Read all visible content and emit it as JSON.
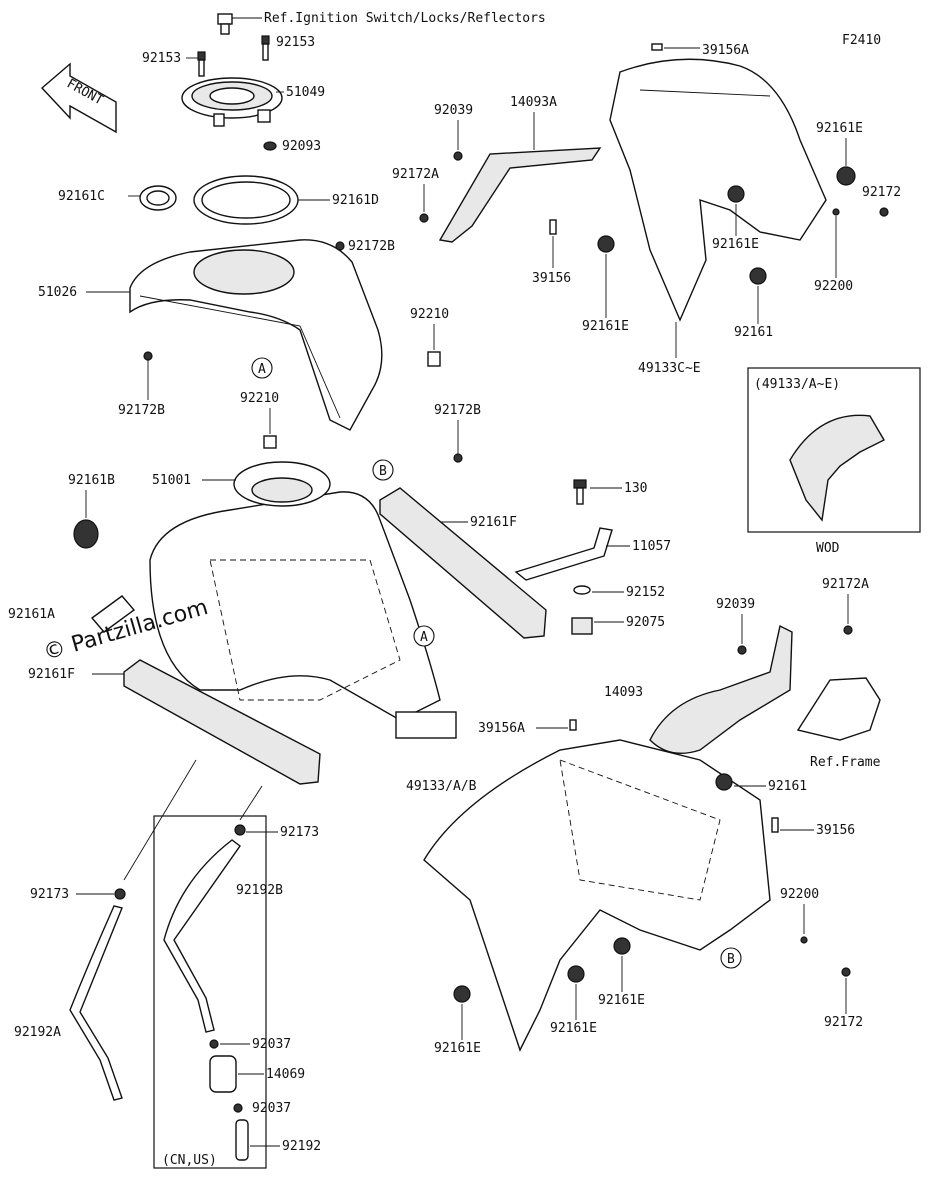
{
  "diagram_code": "F2410",
  "front_label": "FRONT",
  "watermark": "© Partzilla.com",
  "callouts": {
    "ref_ignition": "Ref.Ignition Switch/Locks/Reflectors",
    "p92153_left": "92153",
    "p92153_right": "92153",
    "p51049": "51049",
    "p92093": "92093",
    "p92161C": "92161C",
    "p92161D": "92161D",
    "p92172B_top": "92172B",
    "p51026": "51026",
    "p92210_right": "92210",
    "p92172B_left": "92172B",
    "p92210_mid": "92210",
    "p92172B_mid": "92172B",
    "p51001": "51001",
    "p92161B": "92161B",
    "p92161A": "92161A",
    "p92161F_left": "92161F",
    "p92161F_right": "92161F",
    "p130": "130",
    "p11057": "11057",
    "p92152": "92152",
    "p92075": "92075",
    "p39156A_mid": "39156A",
    "p92039_top": "92039",
    "p14093A": "14093A",
    "p92172A_top": "92172A",
    "p39156A_top": "39156A",
    "p92161E_tr": "92161E",
    "p92172_tr": "92172",
    "p39156_mid": "39156",
    "p92161E_c1": "92161E",
    "p92161E_c2": "92161E",
    "p92200_top": "92200",
    "p92161_top": "92161",
    "p49133C_E": "49133C~E",
    "inset_title": "(49133/A~E)",
    "inset_caption": "WOD",
    "p92039_bot": "92039",
    "p92172A_bot": "92172A",
    "p14093": "14093",
    "ref_frame": "Ref.Frame",
    "p49133_A_B": "49133/A/B",
    "p92161_bot": "92161",
    "p39156_bot": "39156",
    "p92200_bot": "92200",
    "p92161E_b1": "92161E",
    "p92161E_b2": "92161E",
    "p92161E_b3": "92161E",
    "p92172_bot": "92172",
    "p92173_left": "92173",
    "p92192A": "92192A",
    "p92173_box": "92173",
    "p92192B": "92192B",
    "p92037_top": "92037",
    "p14069": "14069",
    "p92037_bot": "92037",
    "p92192": "92192",
    "box_note": "(CN,US)",
    "ref_A": "A",
    "ref_B": "B"
  }
}
